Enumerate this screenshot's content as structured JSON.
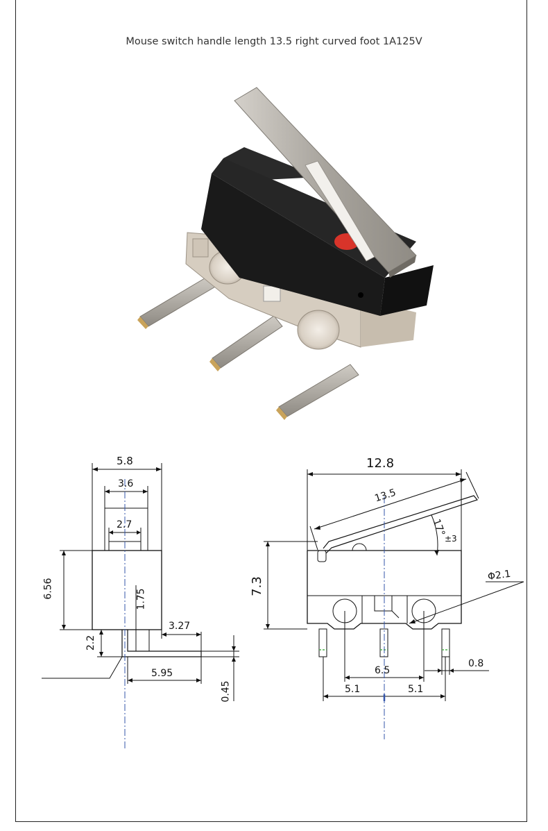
{
  "title": "Mouse switch handle length 13.5 right curved foot 1A125V",
  "photo": {
    "label": "micro-switch-photo"
  },
  "side_view": {
    "dims": {
      "width_total": "5.8",
      "width_inner": "3.6",
      "width_plunger": "2.7",
      "height_body": "6.56",
      "height_pin": "1.75",
      "pin_offset": "3.27",
      "foot_stub": "2.2",
      "foot_length": "5.95",
      "pin_thickness": "0.45"
    }
  },
  "front_view": {
    "dims": {
      "width_body": "12.8",
      "lever_length": "13.5",
      "angle": "17°",
      "angle_tol": "±3",
      "height": "7.3",
      "hole_diameter": "Φ2.1",
      "pin_pitch_outer": "6.5",
      "pin_width": "0.8",
      "pitch_left": "5.1",
      "pitch_right": "5.1"
    }
  },
  "colors": {
    "line": "#111111",
    "center_line": "#3355aa",
    "body_black": "#1d1d1d",
    "lever_metal": "#b8b4ad",
    "base_beige": "#d8cfc3",
    "plunger_red": "#d8342a"
  }
}
